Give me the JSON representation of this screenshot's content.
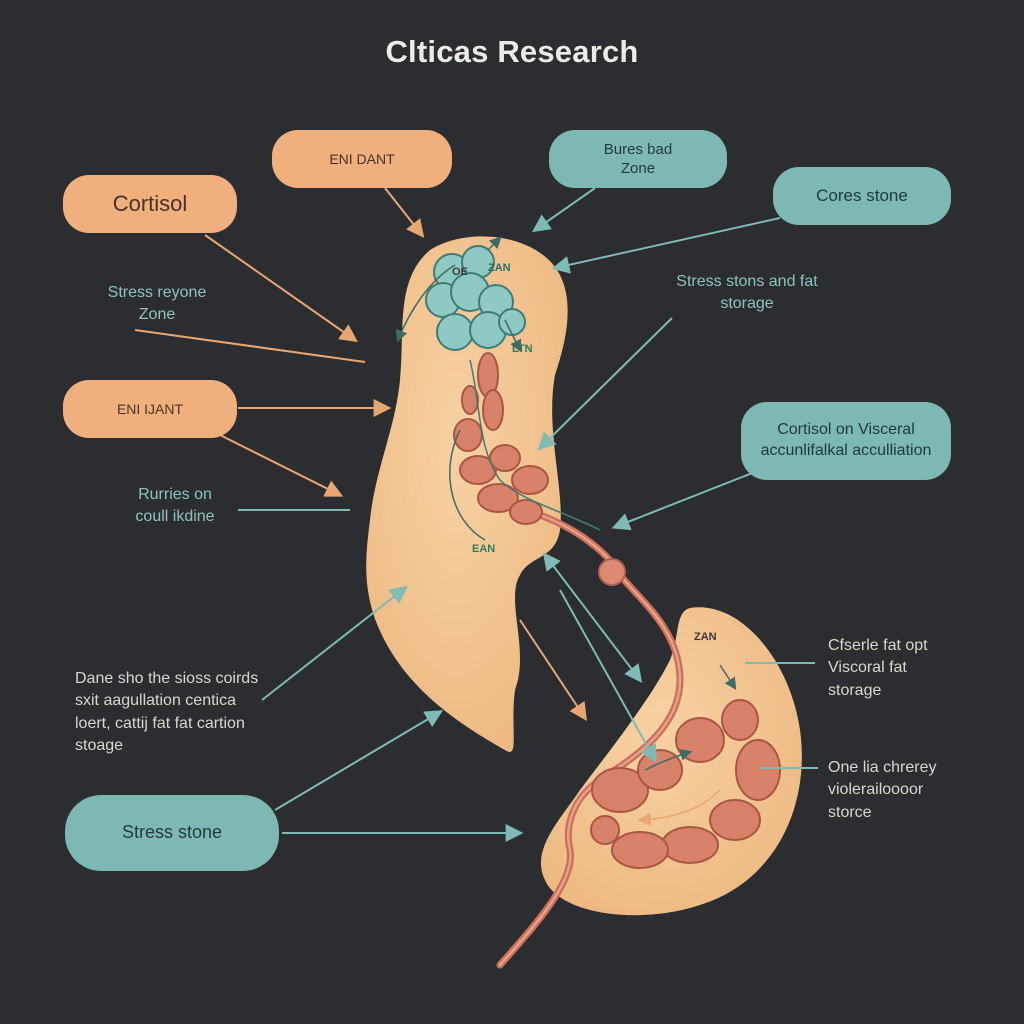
{
  "title": "Clticas Research",
  "pills": {
    "cortisol": "Cortisol",
    "eni_dant": "ENI DANT",
    "eni_jant": "ENI IJANT",
    "burres_bad": "Bures bad Zone",
    "cores_stone": "Cores stone",
    "cortisol_visceral": "Cortisol on Visceral accunlifalkal acculliation",
    "stress_stone": "Stress stone"
  },
  "labels": {
    "stress_regone": "Stress reyone Zone",
    "stress_stons": "Stress stons and fat storage",
    "rurries": "Rurries on coull ikdine",
    "dane_sho": "Dane sho the sioss coirds sxit aagullation centica loert, cattij fat fat cartion stoage",
    "cisrle": "Cfserle fat opt Viscoral fat storage",
    "one_lia": "One lia chrerey violerailoooor storce"
  },
  "inner_labels": {
    "zan_top": "ZAN",
    "ltn": "LTN",
    "ean": "EAN",
    "zan_right": "ZAN",
    "oe": "OE"
  },
  "colors": {
    "background": "#2b2d31",
    "pill_tan": "#f0b07e",
    "pill_teal": "#7eb8b2",
    "body_skin": "#f5c896",
    "organ_red": "#d9826a",
    "gland_teal": "#8ec9c4",
    "arrow_tan": "#e8a772",
    "arrow_teal": "#7fbab4"
  }
}
